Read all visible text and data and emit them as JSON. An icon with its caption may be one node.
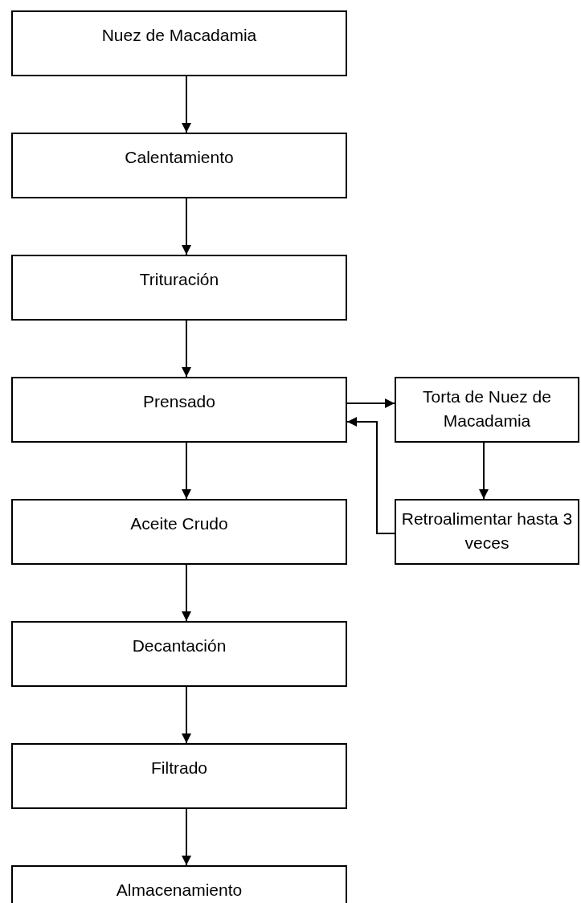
{
  "diagram": {
    "nodes": [
      {
        "text": [
          "Nuez de Macadamia"
        ]
      },
      {
        "text": [
          "Calentamiento"
        ]
      },
      {
        "text": [
          "Trituración"
        ]
      },
      {
        "text": [
          "Prensado"
        ]
      },
      {
        "text": [
          "Torta de Nuez de Macadamia"
        ]
      },
      {
        "text": [
          "Aceite Crudo"
        ]
      },
      {
        "text": [
          "Retroalimentar hasta 3 veces"
        ]
      },
      {
        "text": [
          "Decantación"
        ]
      },
      {
        "text": [
          "Filtrado"
        ]
      },
      {
        "text": [
          "Almacenamiento"
        ]
      }
    ],
    "edges": [
      {
        "from": 0,
        "to": 1,
        "arrow": "to"
      },
      {
        "from": 1,
        "to": 2,
        "arrow": "to"
      },
      {
        "from": 2,
        "to": 3,
        "arrow": "to"
      },
      {
        "from": 3,
        "to": 4,
        "arrow": "to"
      },
      {
        "from": 3,
        "to": 5,
        "arrow": "to"
      },
      {
        "from": 4,
        "to": 6,
        "arrow": "to"
      },
      {
        "from": 6,
        "to": 3,
        "arrow": "to"
      },
      {
        "from": 5,
        "to": 7,
        "arrow": "to"
      },
      {
        "from": 7,
        "to": 8,
        "arrow": "to"
      },
      {
        "from": 8,
        "to": 9,
        "arrow": "to"
      }
    ]
  }
}
